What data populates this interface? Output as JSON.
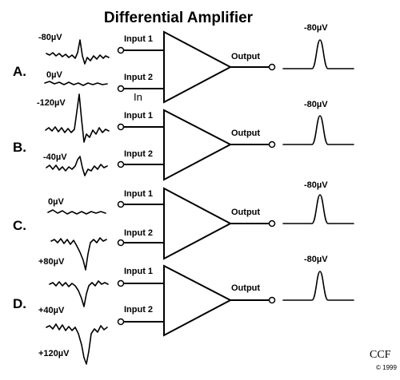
{
  "title": "Differential Amplifier",
  "labels": {
    "input1": "Input 1",
    "input2": "Input 2",
    "output": "Output",
    "in_annotation": "In"
  },
  "rows": [
    {
      "letter": "A.",
      "input1_amplitude": "-80µV",
      "input2_amplitude": "0µV",
      "output_amplitude": "-80µV"
    },
    {
      "letter": "B.",
      "input1_amplitude": "-120µV",
      "input2_amplitude": "-40µV",
      "output_amplitude": "-80µV"
    },
    {
      "letter": "C.",
      "input1_amplitude": "0µV",
      "input2_amplitude": "+80µV",
      "output_amplitude": "-80µV"
    },
    {
      "letter": "D.",
      "input1_amplitude": "+40µV",
      "input2_amplitude": "+120µV",
      "output_amplitude": "-80µV"
    }
  ],
  "credit": {
    "mark": "CCF",
    "year": "© 1999"
  }
}
